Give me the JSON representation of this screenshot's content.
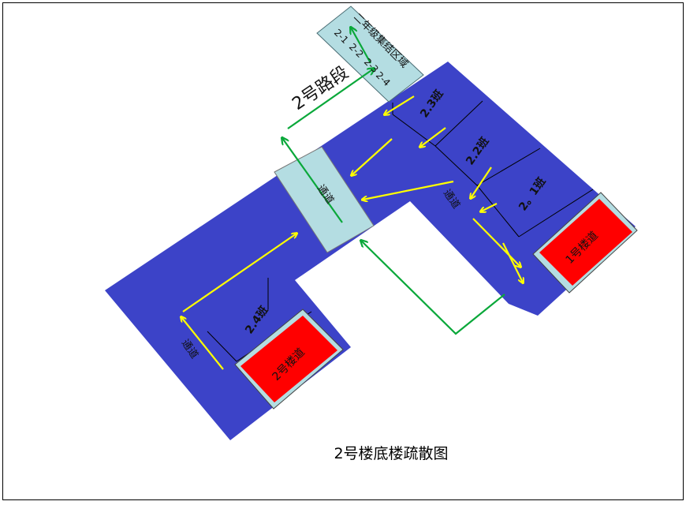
{
  "diagram": {
    "caption": "2号楼底楼疏散图",
    "assembly_zone": {
      "title": "二年级集结区域",
      "classes": [
        "2-1",
        "2-2",
        "2-3",
        "2-4"
      ]
    },
    "route_label": "2号路段",
    "corridor_labels": [
      "通道",
      "通道",
      "通道"
    ],
    "classrooms": [
      "2.3班",
      "2.2班",
      "2。1班",
      "2.4班"
    ],
    "stairs": [
      "1号楼道",
      "2号楼道"
    ],
    "colors": {
      "building": "#3c43c8",
      "corridor": "#b4dde2",
      "stair": "#ff0000",
      "arrow_yellow": "#ffff00",
      "arrow_green": "#0aa83a"
    }
  }
}
